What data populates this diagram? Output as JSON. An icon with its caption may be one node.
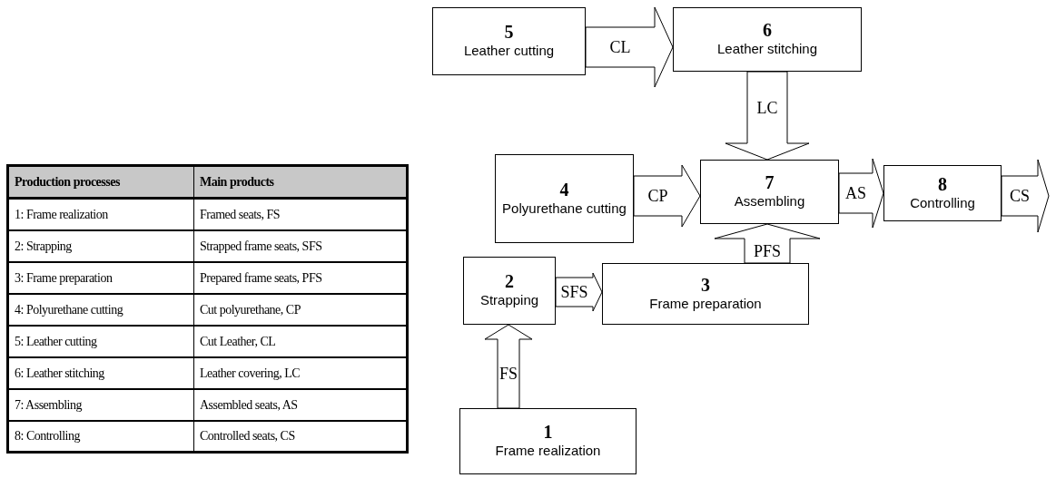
{
  "diagram": {
    "nodes": [
      {
        "text": [
          "1",
          "Frame realization"
        ]
      },
      {
        "text": [
          "2",
          "Strapping"
        ]
      },
      {
        "text": [
          "3",
          "Frame preparation"
        ]
      },
      {
        "text": [
          "4",
          "Polyurethane cutting"
        ]
      },
      {
        "text": [
          "5",
          "Leather cutting"
        ]
      },
      {
        "text": [
          "6",
          "Leather stitching"
        ]
      },
      {
        "text": [
          "7",
          "Assembling"
        ]
      },
      {
        "text": [
          "8",
          "Controlling"
        ]
      }
    ],
    "edges": [
      {
        "from": 0,
        "to": 1,
        "arrow": "to",
        "label": "FS"
      },
      {
        "from": 1,
        "to": 2,
        "arrow": "to",
        "label": "SFS"
      },
      {
        "from": 2,
        "to": 6,
        "arrow": "to",
        "label": "PFS"
      },
      {
        "from": 3,
        "to": 6,
        "arrow": "to",
        "label": "CP"
      },
      {
        "from": 4,
        "to": 5,
        "arrow": "to",
        "label": "CL"
      },
      {
        "from": 5,
        "to": 6,
        "arrow": "to",
        "label": "LC"
      },
      {
        "from": 6,
        "to": 7,
        "arrow": "to",
        "label": "AS"
      },
      {
        "from": 7,
        "to": null,
        "arrow": "to",
        "label": "CS"
      }
    ],
    "labels": [
      "Production processes",
      "Main products",
      "1: Frame realization",
      "Framed seats, FS",
      "2: Strapping",
      "Strapped frame seats, SFS",
      "3: Frame preparation",
      "Prepared frame seats, PFS",
      "4: Polyurethane cutting",
      "Cut polyurethane, CP",
      "5: Leather cutting",
      "Cut Leather, CL",
      "6: Leather stitching",
      "Leather covering, LC",
      "7: Assembling",
      "Assembled seats, AS",
      "8: Controlling",
      "Controlled seats, CS"
    ]
  }
}
